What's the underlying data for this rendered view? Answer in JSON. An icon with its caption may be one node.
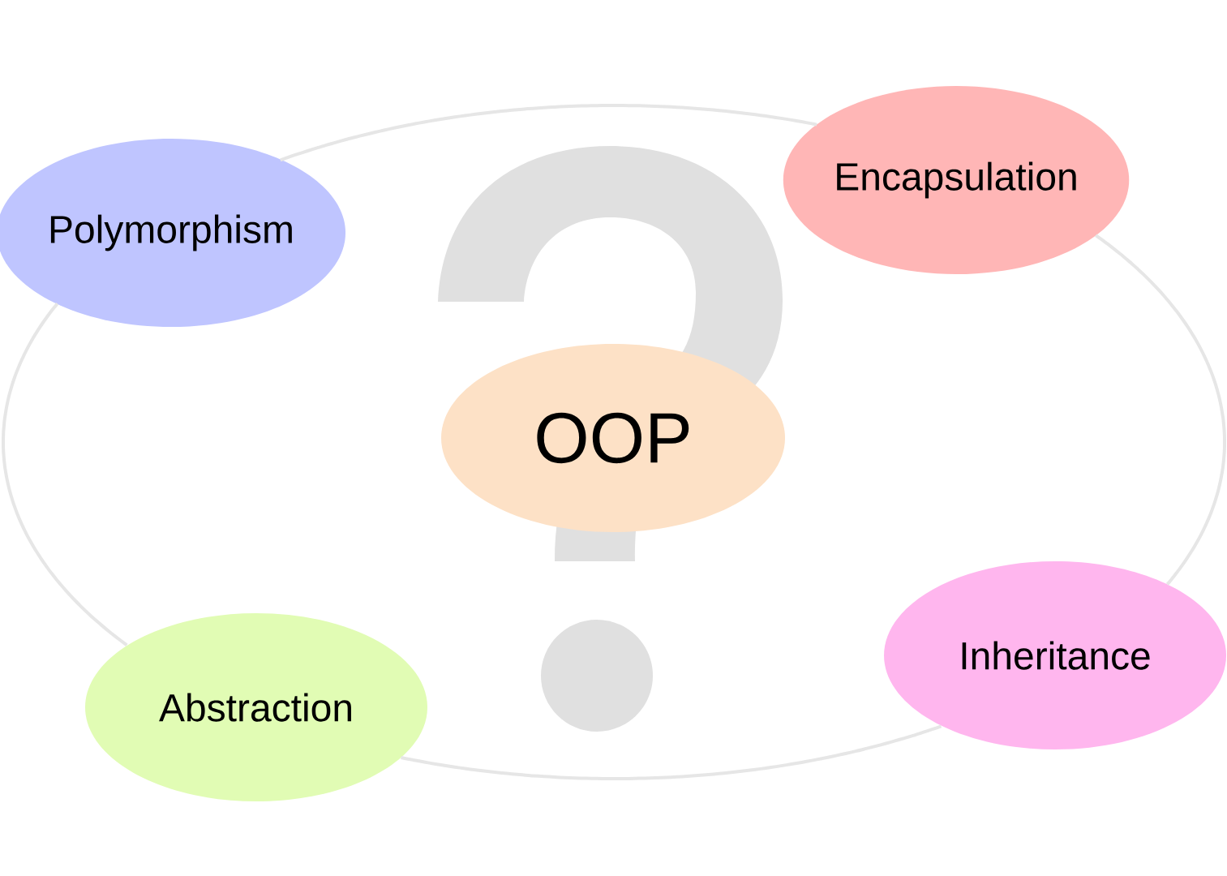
{
  "diagram": {
    "nodes": [
      {
        "text": [
          "Polymorphism"
        ]
      },
      {
        "text": [
          "Encapsulation"
        ]
      },
      {
        "text": [
          "OOP"
        ]
      },
      {
        "text": [
          "Abstraction"
        ]
      },
      {
        "text": [
          "Inheritance"
        ]
      }
    ],
    "edges": [
      {
        "from": 0,
        "to": 1,
        "arrow": "none"
      },
      {
        "from": 1,
        "to": 4,
        "arrow": "none"
      },
      {
        "from": 4,
        "to": 3,
        "arrow": "none"
      },
      {
        "from": 3,
        "to": 0,
        "arrow": "none"
      }
    ]
  }
}
